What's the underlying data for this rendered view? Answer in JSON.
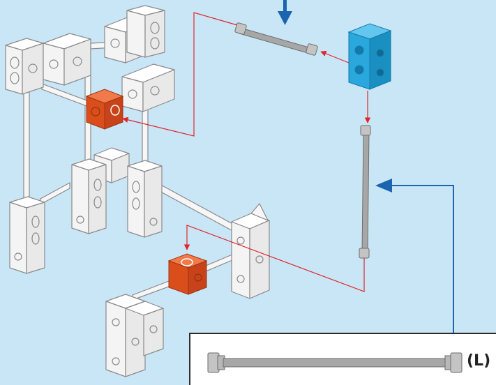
{
  "colors": {
    "background": "#c9e6f7",
    "cube_white": "#ffffff",
    "cube_outline": "#8a8a8a",
    "connector_orange": "#e2541f",
    "connector_blue": "#2aa7dc",
    "rod_gray": "#a7a7a7",
    "arrow_red": "#e0242b",
    "arrow_blue": "#1a64b0",
    "inset_border": "#2c2c2c"
  },
  "icons": [
    "white-cube-block",
    "orange-cube-connector",
    "blue-cube-connector",
    "gray-rod",
    "down-arrow",
    "left-arrow"
  ],
  "inset": {
    "part_label": "(L)"
  }
}
